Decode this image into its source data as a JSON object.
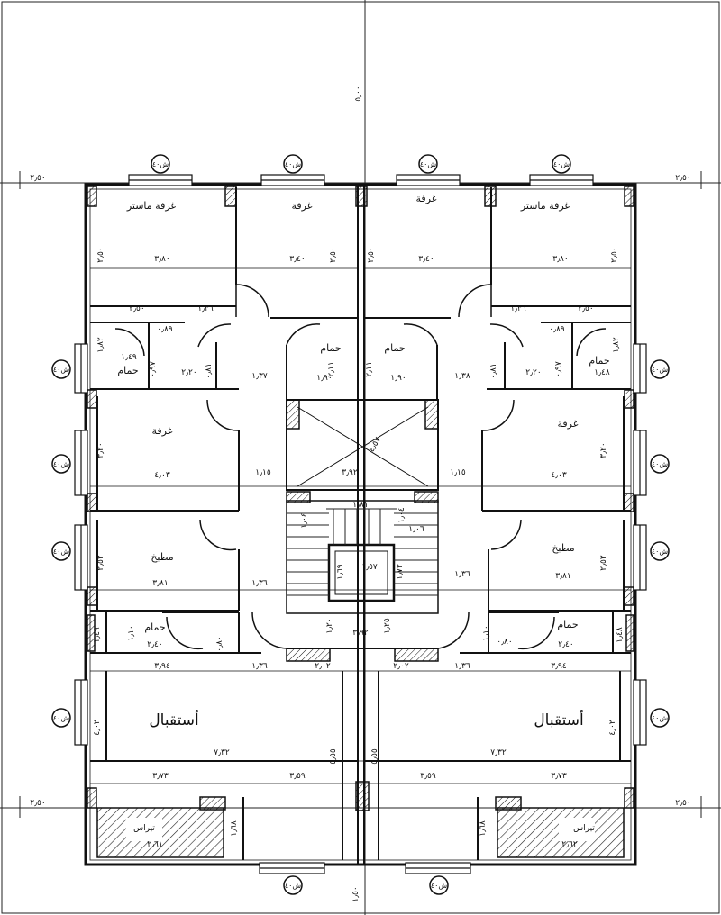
{
  "plot_label_top": "٥٫٠٠",
  "plot_label_bottom": "١٫٥٠",
  "setback_label": "٢٫٥٠",
  "window_label": "ش٤٠",
  "rooms": {
    "master": "غرفة ماستر",
    "room": "غرفة",
    "bath": "حمام",
    "kitchen": "مطبخ",
    "living": "أستقبال",
    "terrace": "تيراس"
  },
  "dims": {
    "d_250": "٢٫٥٠",
    "d_380": "٣٫٨٠",
    "d_340": "٣٫٤٠",
    "d_136": "١٫٣٦",
    "d_089": "٠٫٨٩",
    "d_182": "١٫٨٢",
    "d_149": "١٫٤٩",
    "d_148": "١٫٤٨",
    "d_097": "٠٫٩٧",
    "d_220": "٢٫٢٠",
    "d_081": "٠٫٨١",
    "d_137": "١٫٣٧",
    "d_138": "١٫٣٨",
    "d_211": "٢٫١١",
    "d_190": "١٫٩٠",
    "d_320": "٣٫٢٠",
    "d_403": "٤٫٠٣",
    "d_115": "١٫١٥",
    "d_392": "٣٫٩٢",
    "d_457": "٤٫٥٧",
    "d_181": "١٫٨١",
    "d_104": "١٫٠٤",
    "d_106": "١٫٠٦",
    "d_169": "١٫٦٩",
    "d_157": "١٫٥٧",
    "d_173": "١٫٧٣",
    "d_252": "٢٫٥٢",
    "d_381": "٣٫٨١",
    "d_120": "١٫٢٠",
    "d_125": "١٫٢٥",
    "d_110": "١٫١٠",
    "d_080": "٠٫٨٠",
    "d_240": "٢٫٤٠",
    "d_394": "٣٫٩٤",
    "d_202": "٢٫٠٢",
    "d_402": "٤٫٠٢",
    "d_732": "٧٫٣٢",
    "d_555": "٥٫٥٥",
    "d_373": "٣٫٧٣",
    "d_359": "٣٫٥٩",
    "d_168": "١٫٦٨",
    "d_261": "٢٫٦١",
    "d_262": "٢٫٦٢"
  }
}
